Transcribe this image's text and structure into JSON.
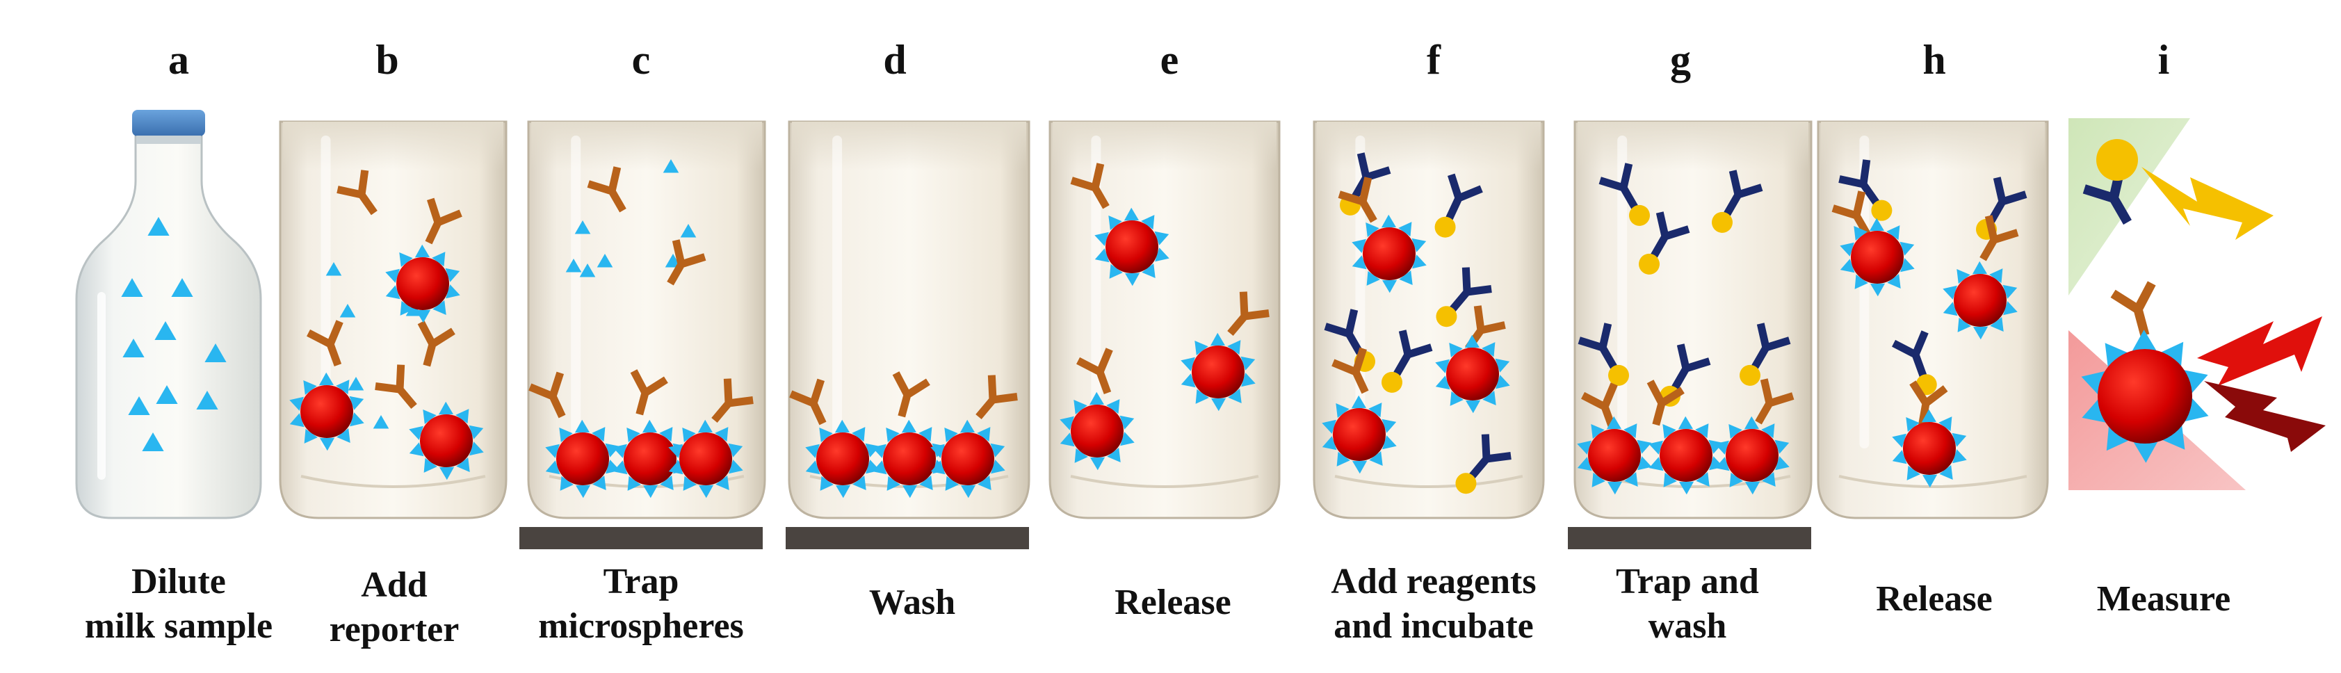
{
  "steps": [
    {
      "letter": "a",
      "line1": "Dilute",
      "line2": "milk sample"
    },
    {
      "letter": "b",
      "line1": "Add",
      "line2": "reporter"
    },
    {
      "letter": "c",
      "line1": "Trap",
      "line2": "microspheres"
    },
    {
      "letter": "d",
      "line1": "Wash",
      "line2": ""
    },
    {
      "letter": "e",
      "line1": "Release",
      "line2": ""
    },
    {
      "letter": "f",
      "line1": "Add reagents",
      "line2": "and incubate"
    },
    {
      "letter": "g",
      "line1": "Trap and",
      "line2": "wash"
    },
    {
      "letter": "h",
      "line1": "Release",
      "line2": ""
    },
    {
      "letter": "i",
      "line1": "Measure",
      "line2": ""
    }
  ],
  "colors": {
    "antigen": "#29b6f0",
    "microsphere": "#e00000",
    "reporter_antibody": "#b8621a",
    "detection_antibody": "#1a2a6c",
    "label": "#f5c000",
    "magnet": "#4a4440",
    "jar": "#efe9dc",
    "bottle_cap": "#4a86c8"
  },
  "icons": [
    "milk-bottle-icon",
    "jar-icon",
    "microsphere-icon",
    "antigen-triangle-icon",
    "reporter-antibody-icon",
    "detection-antibody-icon",
    "magnet-bar-icon",
    "lightning-icon"
  ]
}
